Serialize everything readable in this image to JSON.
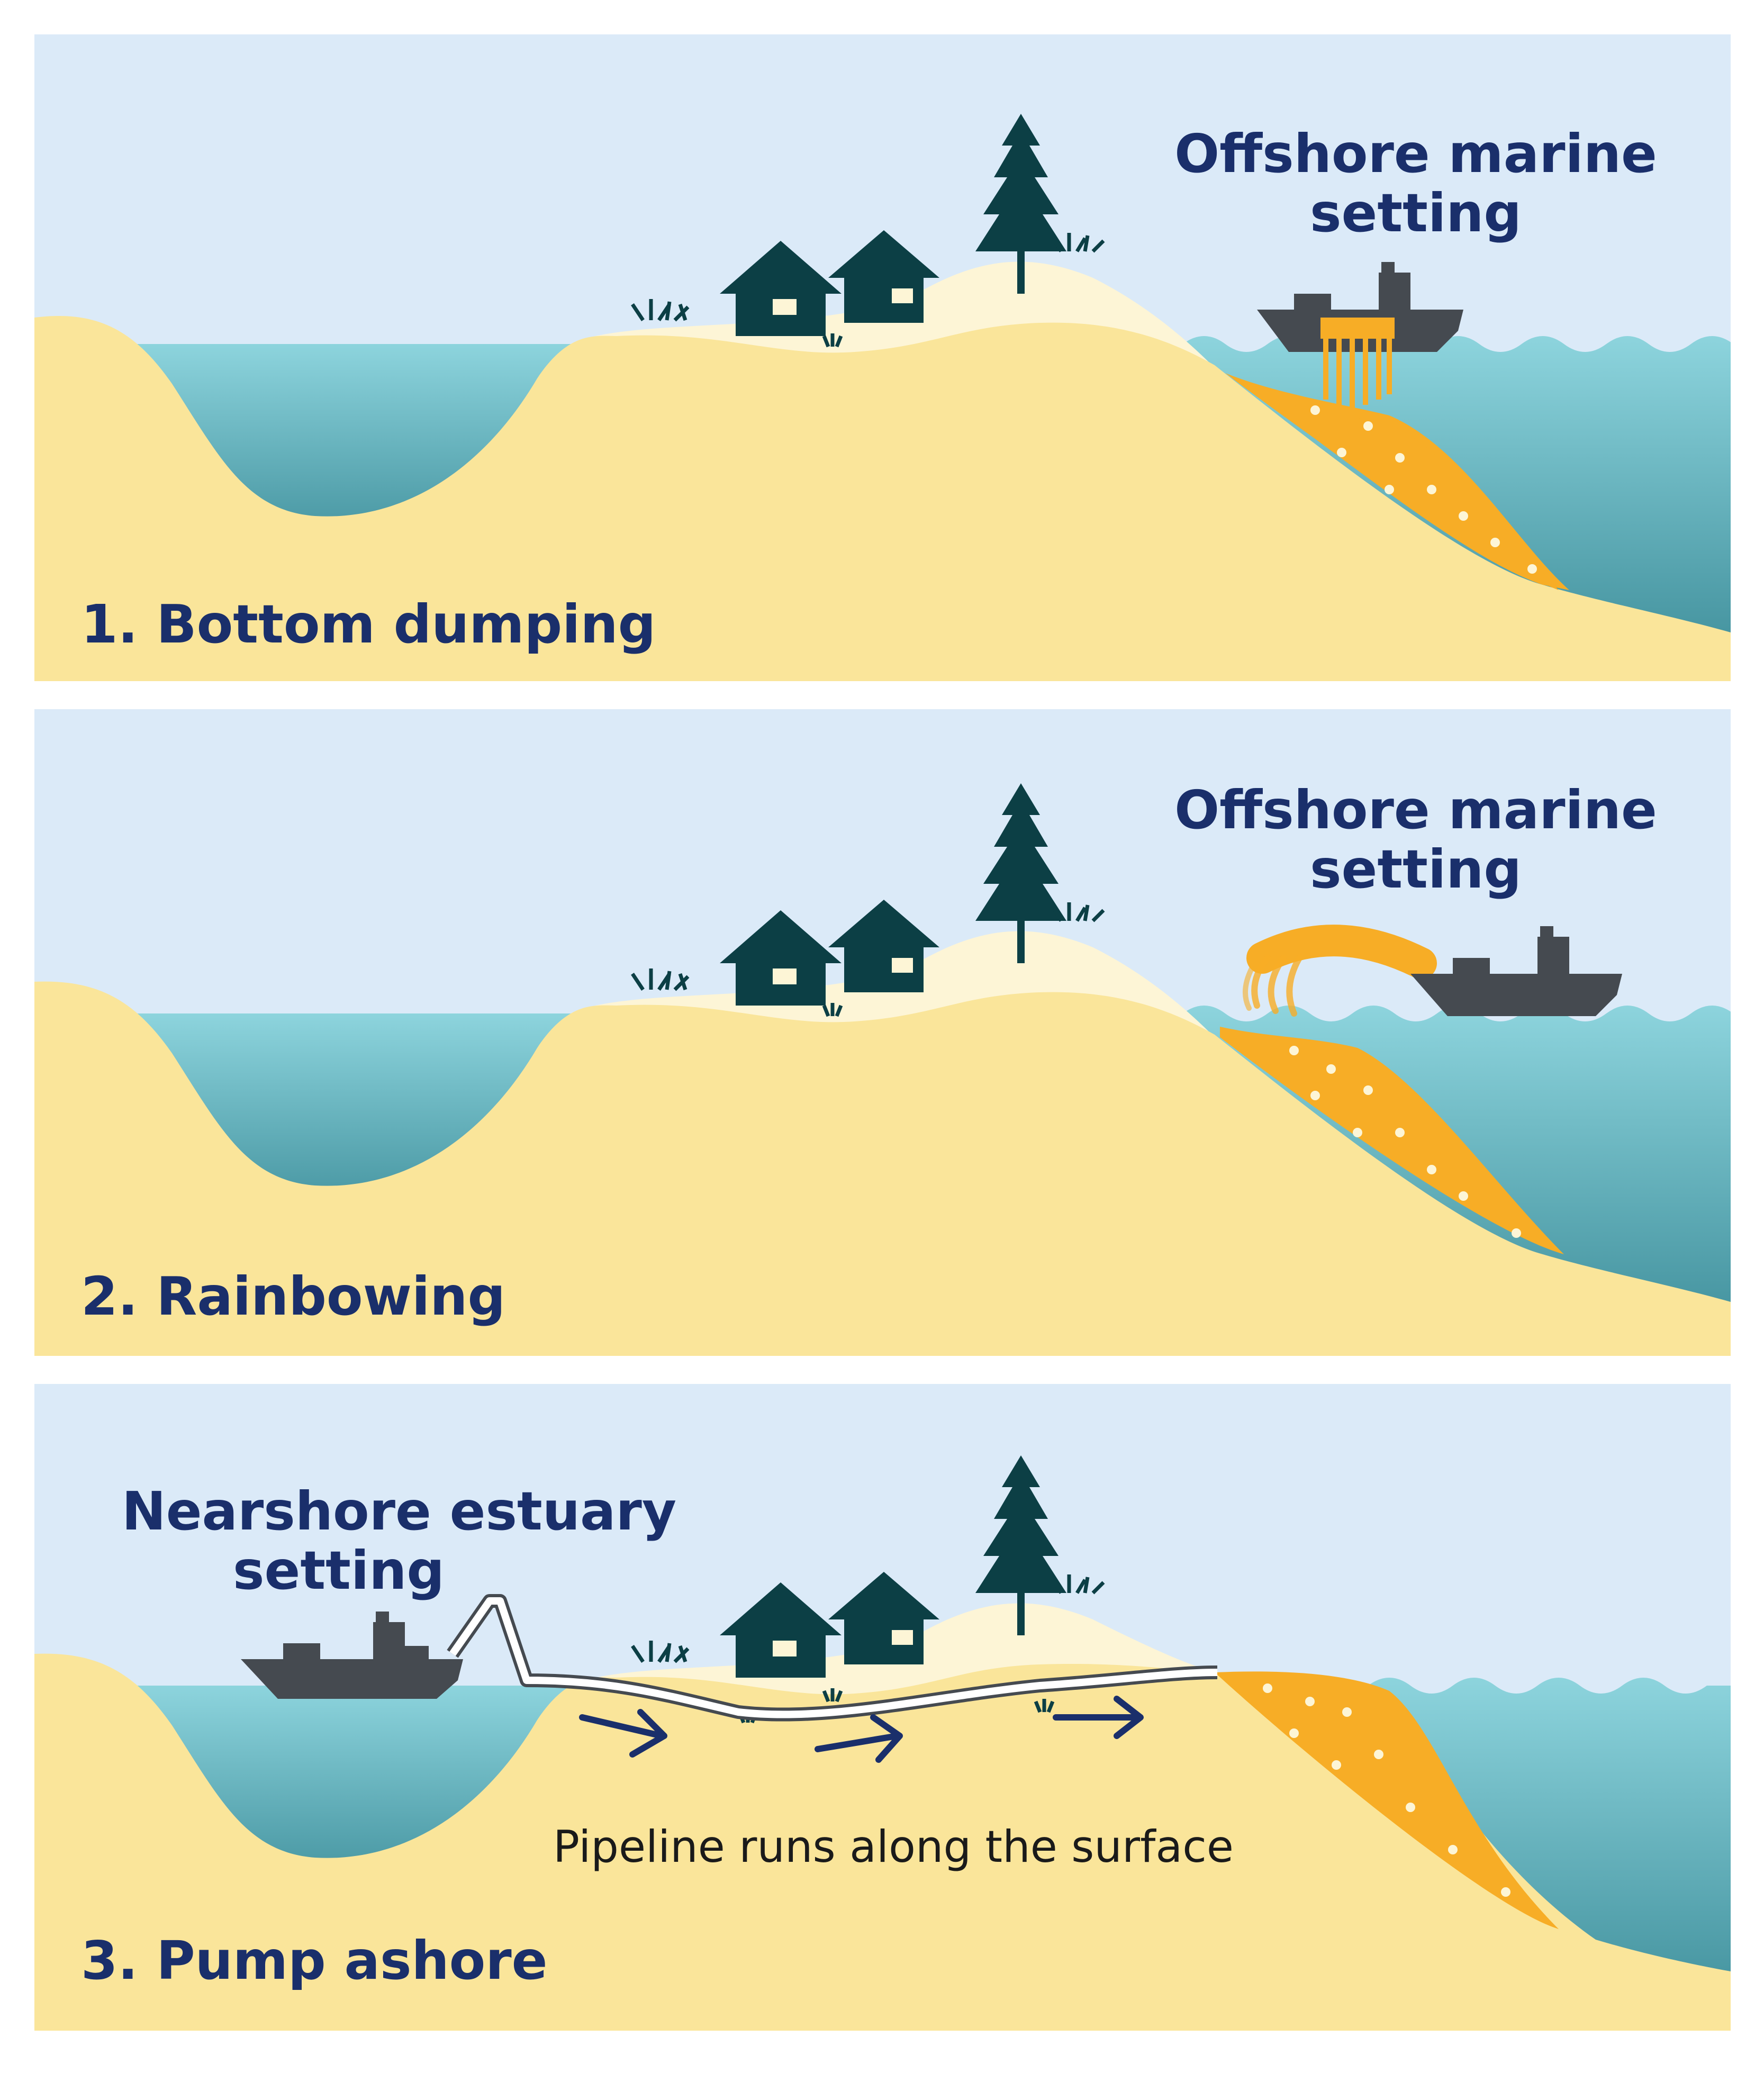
{
  "panels": [
    {
      "label": "1. Bottom dumping",
      "setting_line1": "Offshore marine",
      "setting_line2": "setting",
      "method": "bottom-dumping"
    },
    {
      "label": "2. Rainbowing",
      "setting_line1": "Offshore marine",
      "setting_line2": "setting",
      "method": "rainbowing"
    },
    {
      "label": "3. Pump ashore",
      "setting_line1": "Nearshore estuary",
      "setting_line2": "setting",
      "caption": "Pipeline runs along the surface",
      "method": "pump-ashore"
    }
  ],
  "colors": {
    "sky": "#dbeaf8",
    "sand": "#fae59a",
    "dune": "#fdf5d6",
    "water_top": "#8dd4dd",
    "water_bottom": "#3c8c98",
    "nourishment": "#f7ad26",
    "ship": "#454a50",
    "house": "#0c3f45",
    "text": "#1a2f6b"
  },
  "icons": [
    "ship-icon",
    "house-icon",
    "pine-tree-icon",
    "grass-icon",
    "arrow-icon",
    "pipeline-icon"
  ]
}
